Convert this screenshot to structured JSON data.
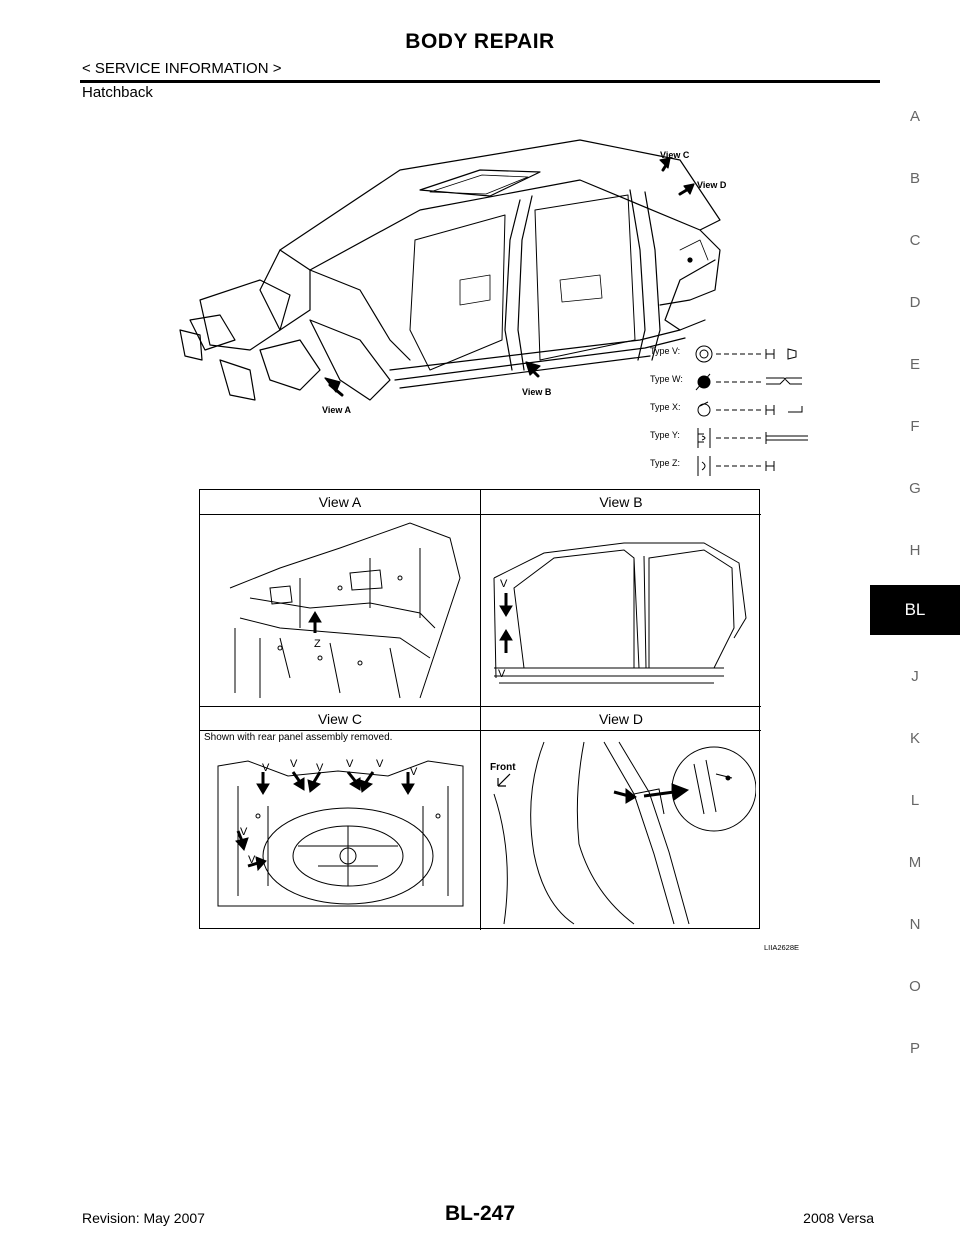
{
  "header": {
    "title": "BODY REPAIR",
    "subtitle": "< SERVICE INFORMATION >"
  },
  "section_label": "Hatchback",
  "side_tabs": {
    "letters": [
      "A",
      "B",
      "C",
      "D",
      "E",
      "F",
      "G",
      "H",
      "J",
      "K",
      "L",
      "M",
      "N",
      "O",
      "P"
    ],
    "active": "BL"
  },
  "main_diagram": {
    "view_labels": {
      "a": "View A",
      "b": "View B",
      "c": "View C",
      "d": "View D"
    },
    "legend": [
      {
        "label": "Type V:"
      },
      {
        "label": "Type W:"
      },
      {
        "label": "Type X:"
      },
      {
        "label": "Type Y:"
      },
      {
        "label": "Type Z:"
      }
    ]
  },
  "view_table": {
    "headers": [
      "View A",
      "View B",
      "View C",
      "View D"
    ],
    "note": "Shown with rear panel assembly removed.",
    "view_a_marks": [
      "Z"
    ],
    "view_b_marks": [
      "V",
      "V"
    ],
    "view_c_marks": [
      "V",
      "V",
      "V",
      "V",
      "V",
      "V",
      "V",
      "V"
    ],
    "view_d_label": "Front"
  },
  "figure_code": "LIIA2628E",
  "footer": {
    "revision": "Revision: May 2007",
    "page": "BL-247",
    "model": "2008 Versa"
  }
}
